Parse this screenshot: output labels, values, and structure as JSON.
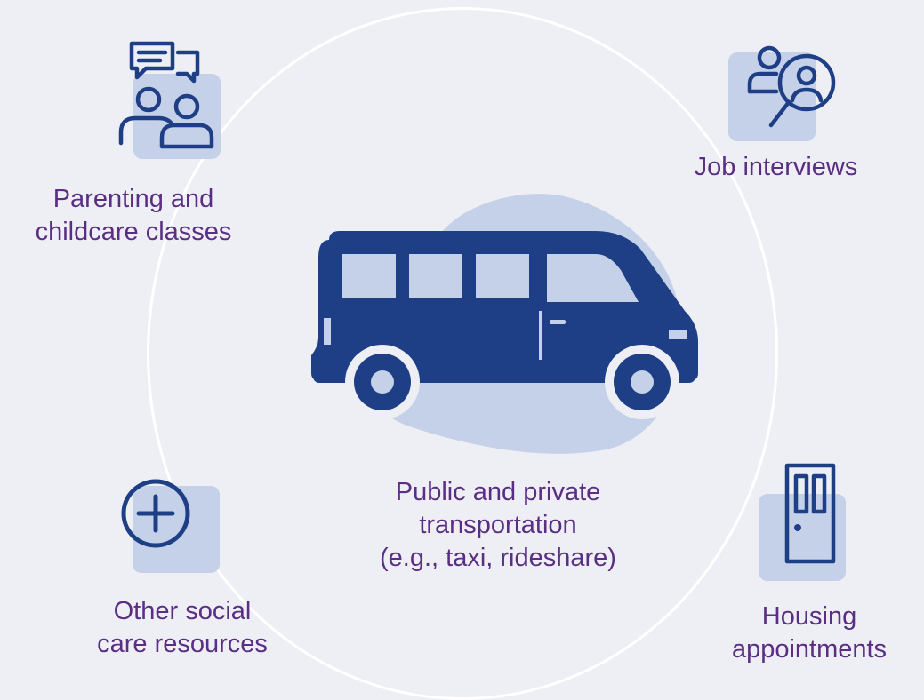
{
  "colors": {
    "background": "#eeeff5",
    "ring": "#ffffff",
    "icon_stroke": "#1e3f86",
    "icon_backdrop": "#c5d1e8",
    "label_text": "#5a2f83"
  },
  "center": {
    "icon": "van-icon",
    "label": "Public and private\ntransportation\n(e.g., taxi, rideshare)"
  },
  "items": [
    {
      "icon": "people-chat-icon",
      "label": "Parenting and\nchildcare classes"
    },
    {
      "icon": "person-search-icon",
      "label": "Job interviews"
    },
    {
      "icon": "plus-circle-icon",
      "label": "Other social\ncare resources"
    },
    {
      "icon": "door-icon",
      "label": "Housing\nappointments"
    }
  ]
}
